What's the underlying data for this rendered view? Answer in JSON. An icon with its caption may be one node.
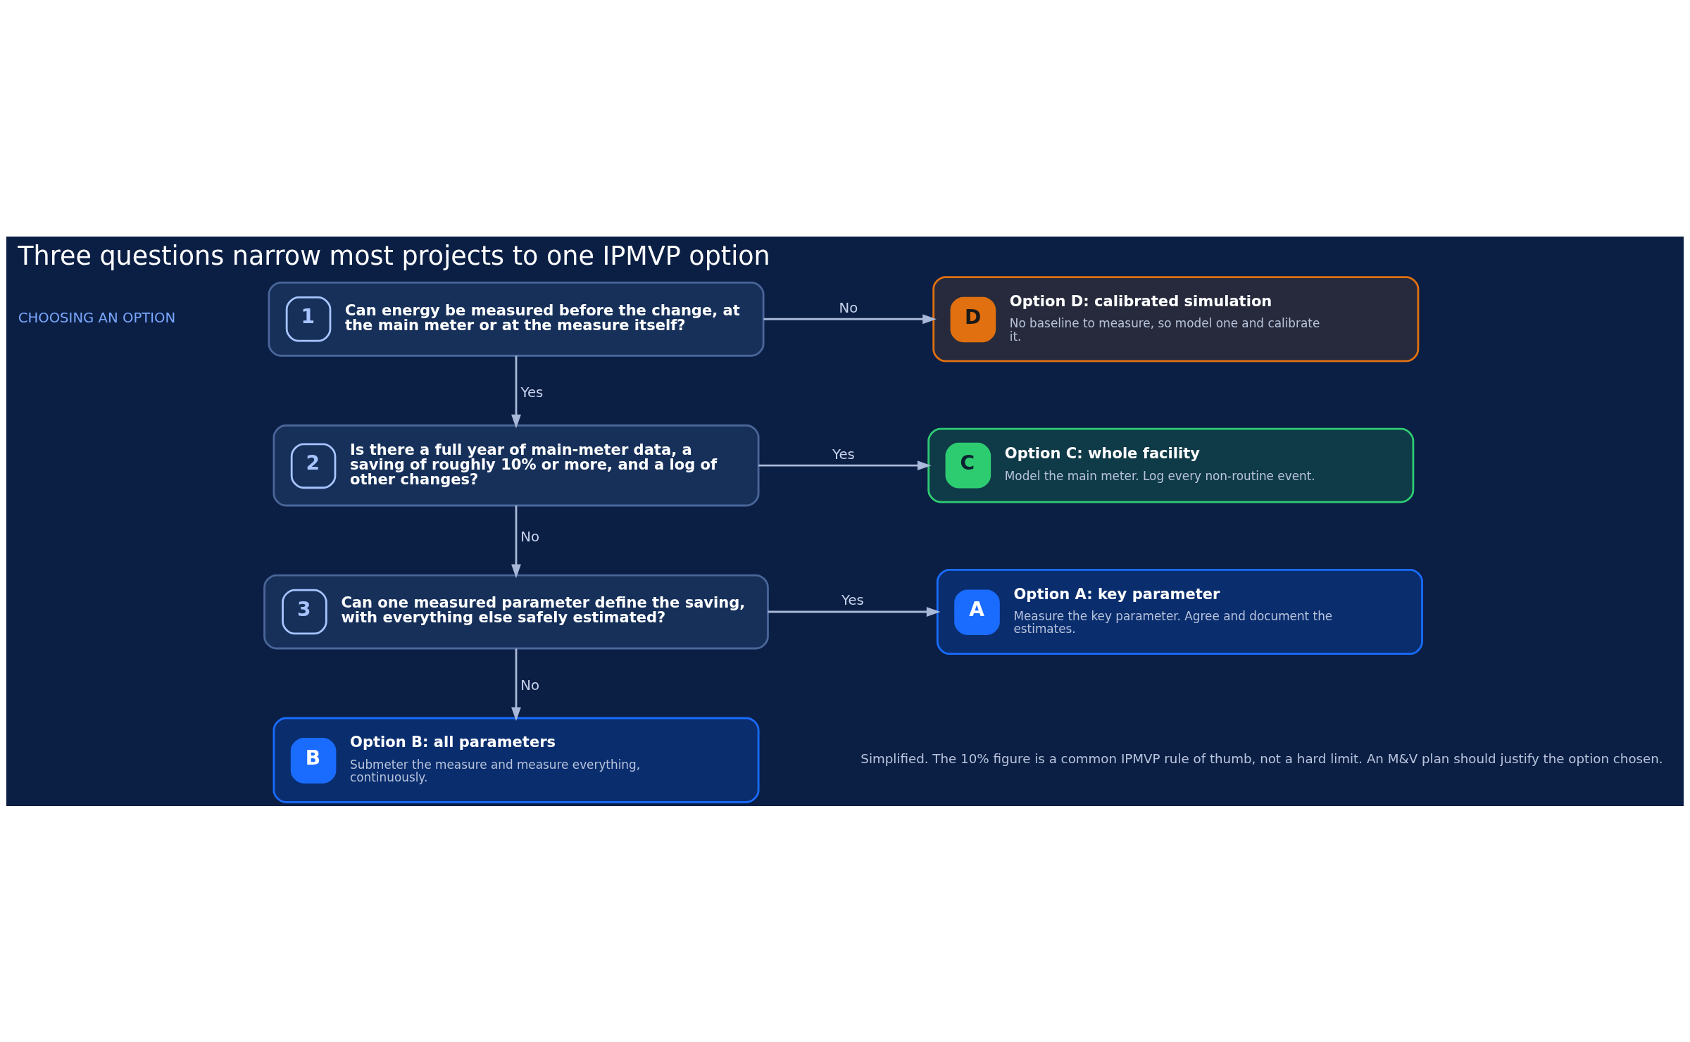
{
  "diagram": {
    "title": "Three questions narrow most projects to one IPMVP option",
    "caption": "Simplified. The 10% figure is a common IPMVP rule of thumb, not a hard limit. An M&V plan should justify the option chosen.",
    "nodes": [
      {
        "text": [
          "1",
          "Can energy be measured before the change, at the main meter or at the measure itself?"
        ]
      },
      {
        "text": [
          "D",
          "Option D: calibrated simulation",
          "No baseline to measure, so model one and calibrate it."
        ]
      },
      {
        "text": [
          "2",
          "Is there a full year of main-meter data, a saving of roughly 10% or more, and a log of other changes?"
        ]
      },
      {
        "text": [
          "C",
          "Option C: whole facility",
          "Model the main meter. Log every non-routine event."
        ]
      },
      {
        "text": [
          "3",
          "Can one measured parameter define the saving, with everything else safely estimated?"
        ]
      },
      {
        "text": [
          "A",
          "Option A: key parameter",
          "Measure the key parameter. Agree and document the estimates."
        ]
      },
      {
        "text": [
          "B",
          "Option B: all parameters",
          "Submeter the measure and measure everything, continuously."
        ]
      }
    ],
    "edges": [
      {
        "from": 0,
        "to": 1,
        "arrow": "to",
        "label": "No"
      },
      {
        "from": 0,
        "to": 2,
        "arrow": "to",
        "label": "Yes"
      },
      {
        "from": 2,
        "to": 3,
        "arrow": "to",
        "label": "Yes"
      },
      {
        "from": 2,
        "to": 4,
        "arrow": "to",
        "label": "No"
      },
      {
        "from": 4,
        "to": 5,
        "arrow": "to",
        "label": "Yes"
      },
      {
        "from": 4,
        "to": 6,
        "arrow": "to",
        "label": "No"
      }
    ],
    "labels": [
      "CHOOSING AN OPTION"
    ]
  }
}
